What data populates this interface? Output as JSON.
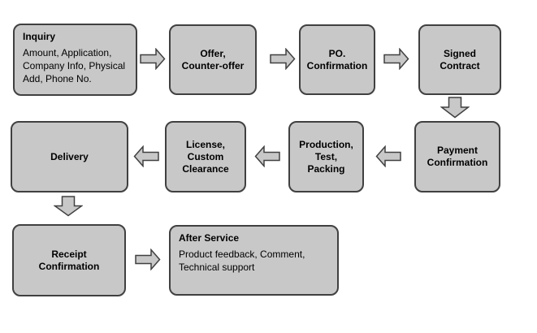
{
  "colors": {
    "background": "#ffffff",
    "box_fill": "#c8c8c8",
    "box_border": "#404040",
    "text": "#000000"
  },
  "steps": {
    "inquiry": {
      "title": "Inquiry",
      "body": "Amount, Application,\nCompany Info, Physical\nAdd, Phone No."
    },
    "offer": {
      "title": "Offer,\nCounter-offer"
    },
    "po": {
      "title": "PO.\nConfirmation"
    },
    "signed": {
      "title": "Signed\nContract"
    },
    "payment": {
      "title": "Payment\nConfirmation"
    },
    "production": {
      "title": "Production,\nTest,\nPacking"
    },
    "license": {
      "title": "License,\nCustom\nClearance"
    },
    "delivery": {
      "title": "Delivery"
    },
    "receipt": {
      "title": "Receipt\nConfirmation"
    },
    "after_service": {
      "title": "After Service",
      "body": "Product feedback, Comment,\nTechnical support"
    }
  },
  "flow_order": [
    "Inquiry",
    "Offer, Counter-offer",
    "PO. Confirmation",
    "Signed Contract",
    "Payment Confirmation",
    "Production, Test, Packing",
    "License, Custom Clearance",
    "Delivery",
    "Receipt Confirmation",
    "After Service"
  ]
}
